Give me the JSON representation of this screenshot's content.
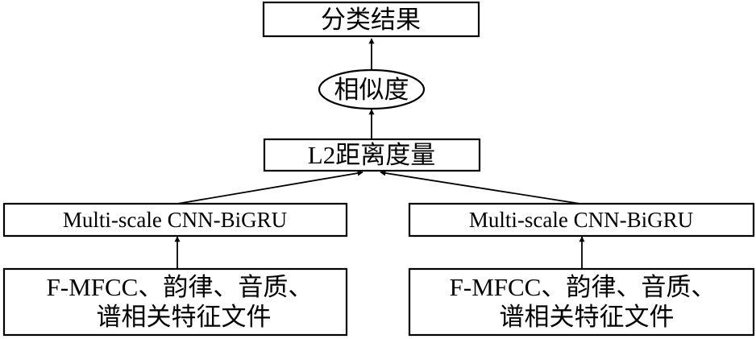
{
  "nodes": {
    "result": {
      "label": "分类结果"
    },
    "similarity": {
      "label": "相似度"
    },
    "l2": {
      "label": "L2距离度量"
    },
    "model_left": {
      "label": "Multi-scale CNN-BiGRU"
    },
    "model_right": {
      "label": "Multi-scale CNN-BiGRU"
    },
    "features_left": {
      "line1": "F-MFCC、韵律、音质、",
      "line2": "谱相关特征文件"
    },
    "features_right": {
      "line1": "F-MFCC、韵律、音质、",
      "line2": "谱相关特征文件"
    }
  }
}
